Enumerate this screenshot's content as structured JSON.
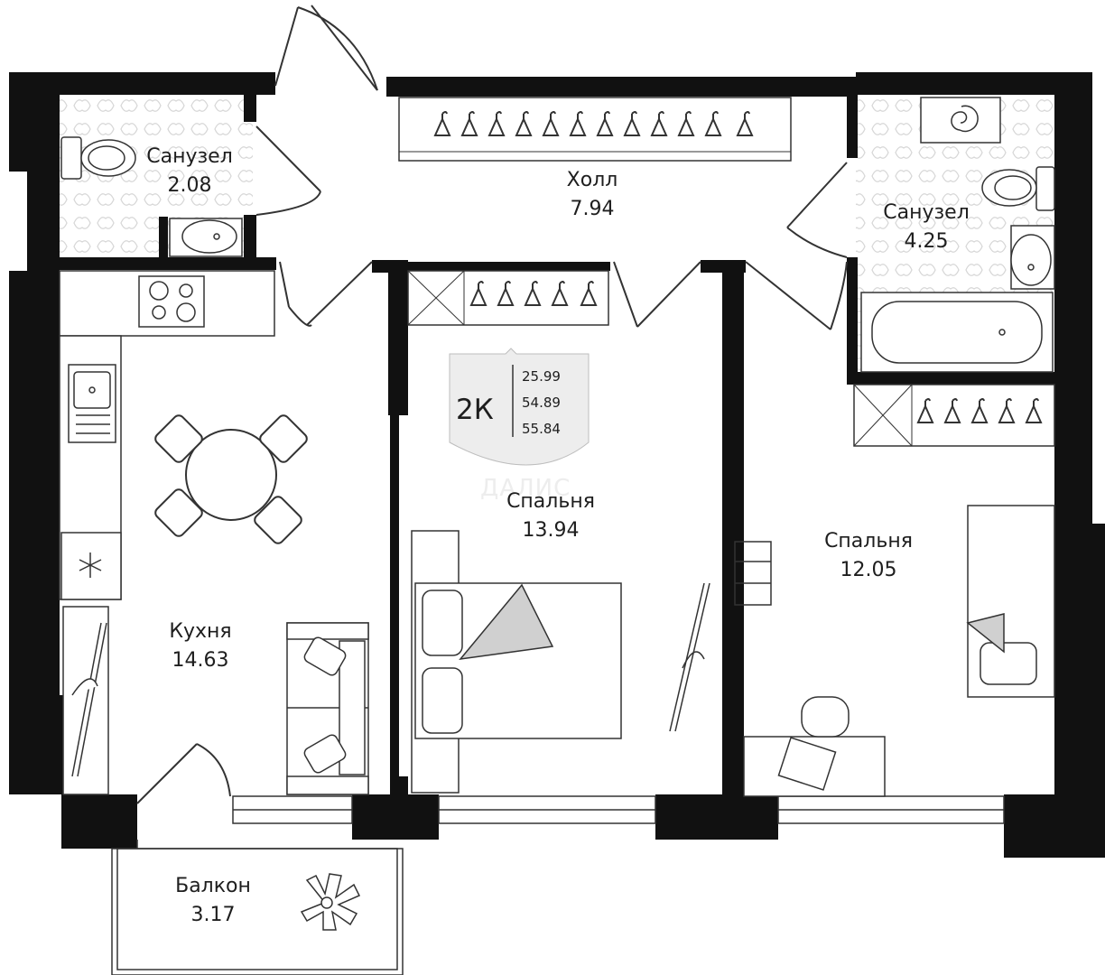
{
  "apartment": {
    "type_code": "2К",
    "areas": [
      "25.99",
      "54.89",
      "55.84"
    ]
  },
  "watermark": "ДАЛИС",
  "rooms": [
    {
      "id": "wc1",
      "name": "Санузел",
      "area": "2.08"
    },
    {
      "id": "hall",
      "name": "Холл",
      "area": "7.94"
    },
    {
      "id": "wc2",
      "name": "Санузел",
      "area": "4.25"
    },
    {
      "id": "kitchen",
      "name": "Кухня",
      "area": "14.63"
    },
    {
      "id": "bedroom1",
      "name": "Спальня",
      "area": "13.94"
    },
    {
      "id": "bedroom2",
      "name": "Спальня",
      "area": "12.05"
    },
    {
      "id": "balcony",
      "name": "Балкон",
      "area": "3.17"
    }
  ],
  "colors": {
    "wall": "#111111",
    "line": "#333333",
    "tile": "#f2f2f2",
    "fill": "#ebebeb"
  }
}
